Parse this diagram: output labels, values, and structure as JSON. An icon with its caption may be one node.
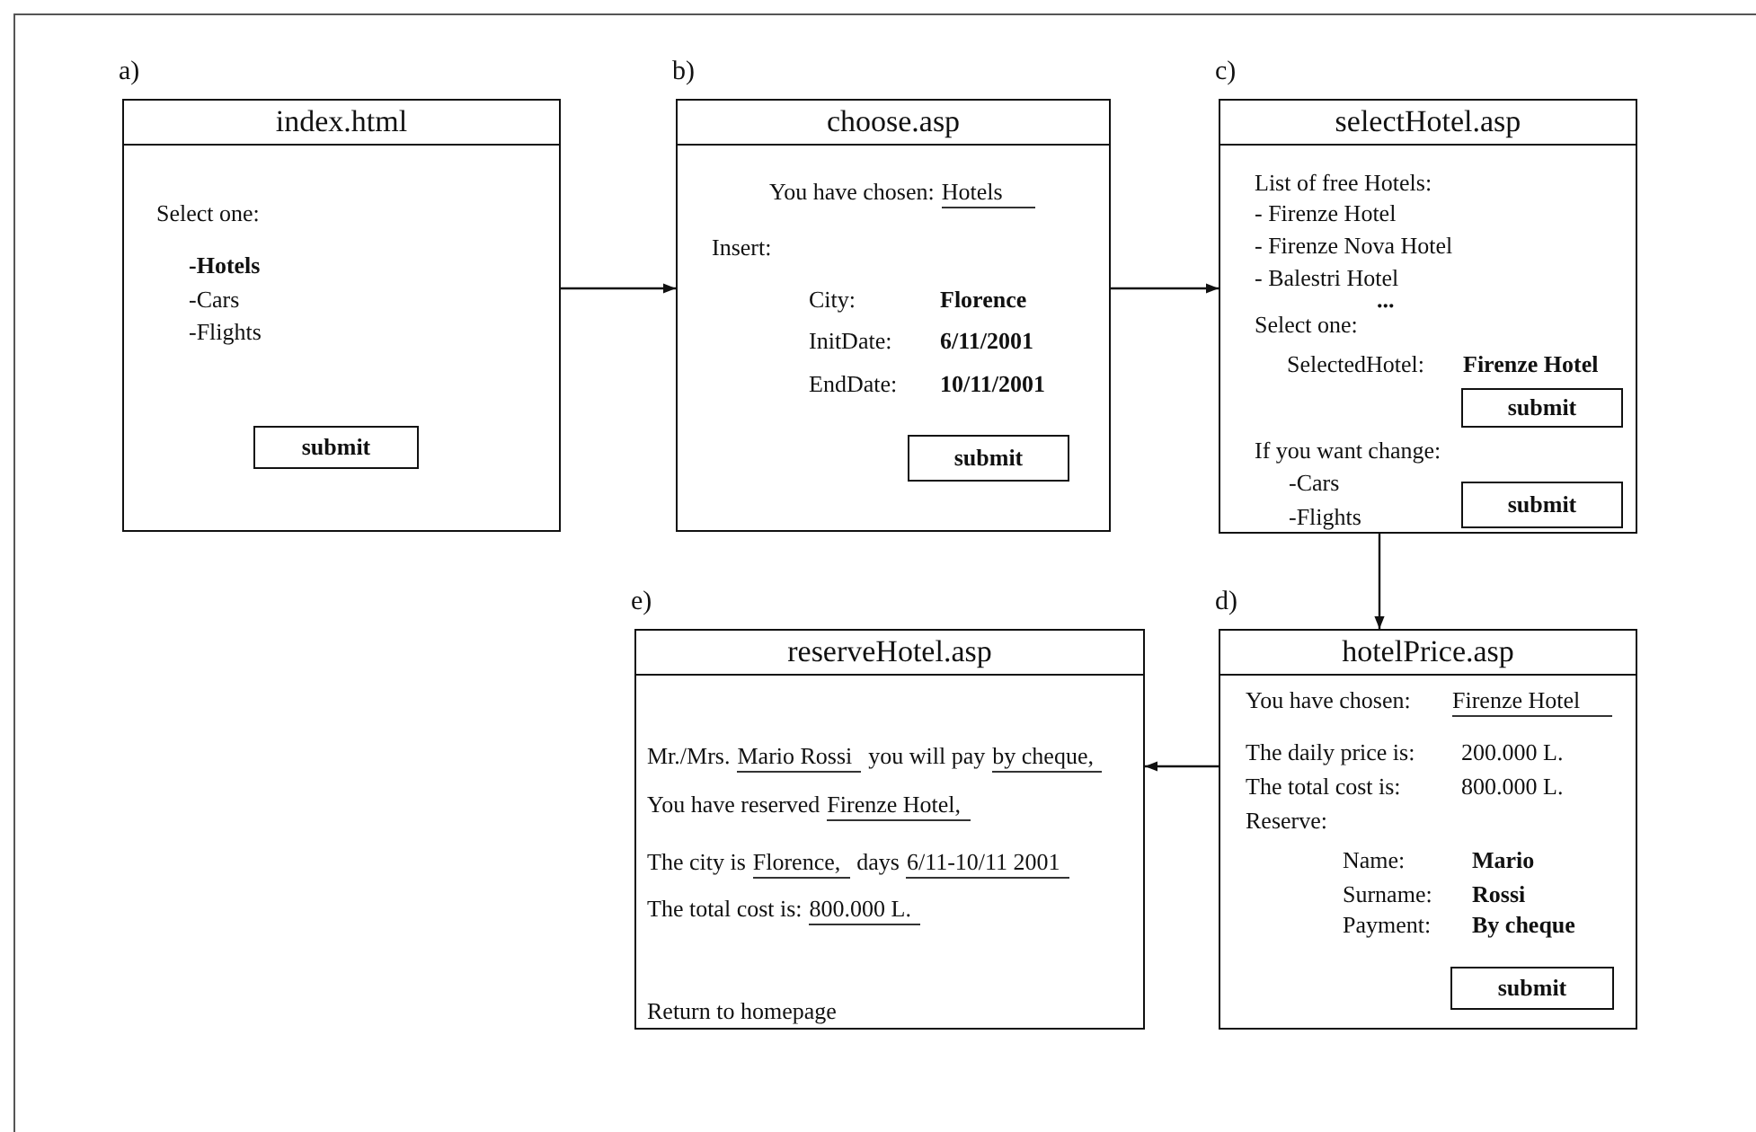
{
  "diagram": {
    "nodes": [
      {
        "text": [
          "index.html",
          "Select one:",
          "-Hotels",
          "-Cars",
          "-Flights"
        ],
        "beside": [
          "a)"
        ]
      },
      {
        "text": [
          "submit"
        ],
        "in": 0
      },
      {
        "text": [
          "choose.asp",
          "You have chosen:",
          "Hotels",
          "Insert:",
          "City:",
          "Florence",
          "InitDate:",
          "6/11/2001",
          "EndDate:",
          "10/11/2001"
        ],
        "beside": [
          "b)"
        ]
      },
      {
        "text": [
          "submit"
        ],
        "in": 2
      },
      {
        "text": [
          "selectHotel.asp",
          "List of free Hotels:",
          "- Firenze Hotel",
          "- Firenze Nova Hotel",
          "- Balestri Hotel",
          "...",
          "Select one:",
          "SelectedHotel:",
          "Firenze Hotel",
          "If you want change:",
          "-Cars",
          "-Flights"
        ],
        "beside": [
          "c)"
        ]
      },
      {
        "text": [
          "submit"
        ],
        "in": 4
      },
      {
        "text": [
          "submit"
        ],
        "in": 4
      },
      {
        "text": [
          "hotelPrice.asp",
          "You have chosen:",
          "Firenze Hotel",
          "The daily price is:",
          "200.000 L.",
          "The total cost is:",
          "800.000 L.",
          "Reserve:",
          "Name:",
          "Mario",
          "Surname:",
          "Rossi",
          "Payment:",
          "By cheque"
        ],
        "beside": [
          "d)"
        ]
      },
      {
        "text": [
          "submit"
        ],
        "in": 7
      },
      {
        "text": [
          "reserveHotel.asp",
          "Mr./Mrs.",
          "Mario Rossi",
          "you will pay",
          "by cheque,",
          "You have reserved",
          "Firenze Hotel,",
          "The city is",
          "Florence,",
          "days",
          "6/11-10/11 2001",
          "The total cost is:",
          "800.000 L.",
          "Return to homepage"
        ],
        "beside": [
          "e)"
        ]
      }
    ],
    "edges": [
      {
        "from": 0,
        "to": 2,
        "arrow": "to"
      },
      {
        "from": 2,
        "to": 4,
        "arrow": "to"
      },
      {
        "from": 4,
        "to": 7,
        "arrow": "to"
      },
      {
        "from": 7,
        "to": 9,
        "arrow": "to"
      }
    ]
  }
}
